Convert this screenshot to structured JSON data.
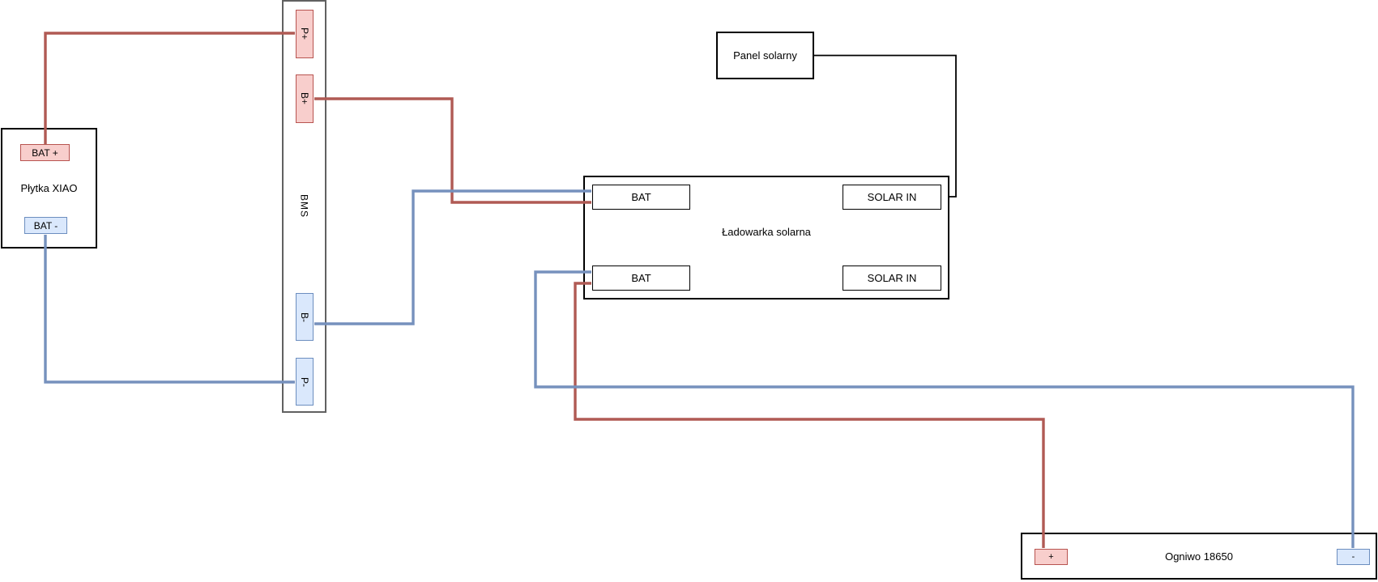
{
  "colors": {
    "wire_red": "#b05a54",
    "wire_blue": "#7691bd",
    "wire_black": "#000000",
    "pink_fill": "#f8cecc",
    "pink_border": "#b85450",
    "blue_fill": "#dae8fc",
    "blue_border": "#6c8ebf",
    "bms_border": "#616161",
    "box_border": "#000000"
  },
  "nodes": {
    "xiao": {
      "title": "Płytka XIAO",
      "terminals": {
        "bat_plus": "BAT +",
        "bat_minus": "BAT -"
      }
    },
    "bms": {
      "title": "BMS",
      "terminals": {
        "p_plus": "P+",
        "b_plus": "B+",
        "b_minus": "B-",
        "p_minus": "P-"
      }
    },
    "panel": {
      "title": "Panel solarny"
    },
    "charger": {
      "title": "Ładowarka solarna",
      "terminals": {
        "bat_top": "BAT",
        "solar_in_top": "SOLAR IN",
        "bat_bottom": "BAT",
        "solar_in_bottom": "SOLAR IN"
      }
    },
    "cell": {
      "title": "Ogniwo 18650",
      "terminals": {
        "plus": "+",
        "minus": "-"
      }
    }
  },
  "wires": [
    {
      "from": "xiao.BAT+",
      "to": "bms.P+",
      "color": "red"
    },
    {
      "from": "bms.B+",
      "to": "charger.BAT-top",
      "color": "red"
    },
    {
      "from": "bms.B-",
      "to": "charger.BAT-top",
      "color": "blue"
    },
    {
      "from": "xiao.BAT-",
      "to": "bms.P-",
      "color": "blue"
    },
    {
      "from": "charger.BAT-bottom",
      "to": "cell.plus",
      "color": "red"
    },
    {
      "from": "charger.BAT-bottom",
      "to": "cell.minus",
      "color": "blue"
    },
    {
      "from": "panel",
      "to": "charger-right-edge",
      "color": "black"
    }
  ]
}
